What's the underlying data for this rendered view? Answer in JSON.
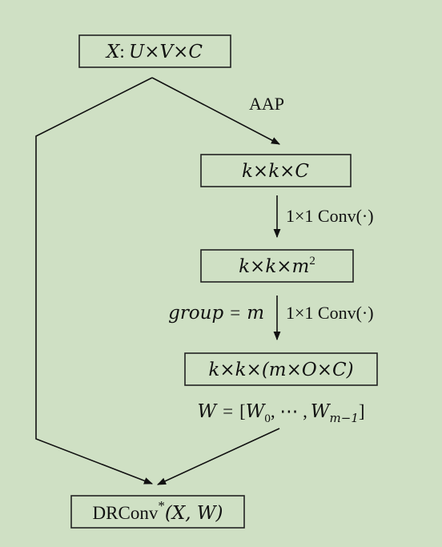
{
  "nodes": {
    "input": {
      "var": "X",
      "colon": ":",
      "shape": "U×V×C"
    },
    "pooled": {
      "shape": "k×k×C"
    },
    "mid": {
      "base": "k×k×m",
      "sup": "2"
    },
    "kernel": {
      "shape": "k×k×(m×O×C)"
    },
    "weights": {
      "lhs": "W",
      "eq": "=",
      "open": "[",
      "w0": "W",
      "w0sub": "0",
      "dots": ", ⋯ ,",
      "wm": "W",
      "wmsub": "m−1",
      "close": "]"
    },
    "output": {
      "name": "DRConv",
      "star": "*",
      "args": "(X, W)"
    }
  },
  "edges": {
    "aap": "AAP",
    "conv1": {
      "label": "1×1 Conv(·)"
    },
    "conv2": {
      "label": "1×1 Conv(·)",
      "group_lhs": "group",
      "group_eq": "=",
      "group_rhs": "m"
    }
  },
  "colors": {
    "background": "#cfe0c4",
    "stroke": "#222222",
    "text": "#111111"
  }
}
